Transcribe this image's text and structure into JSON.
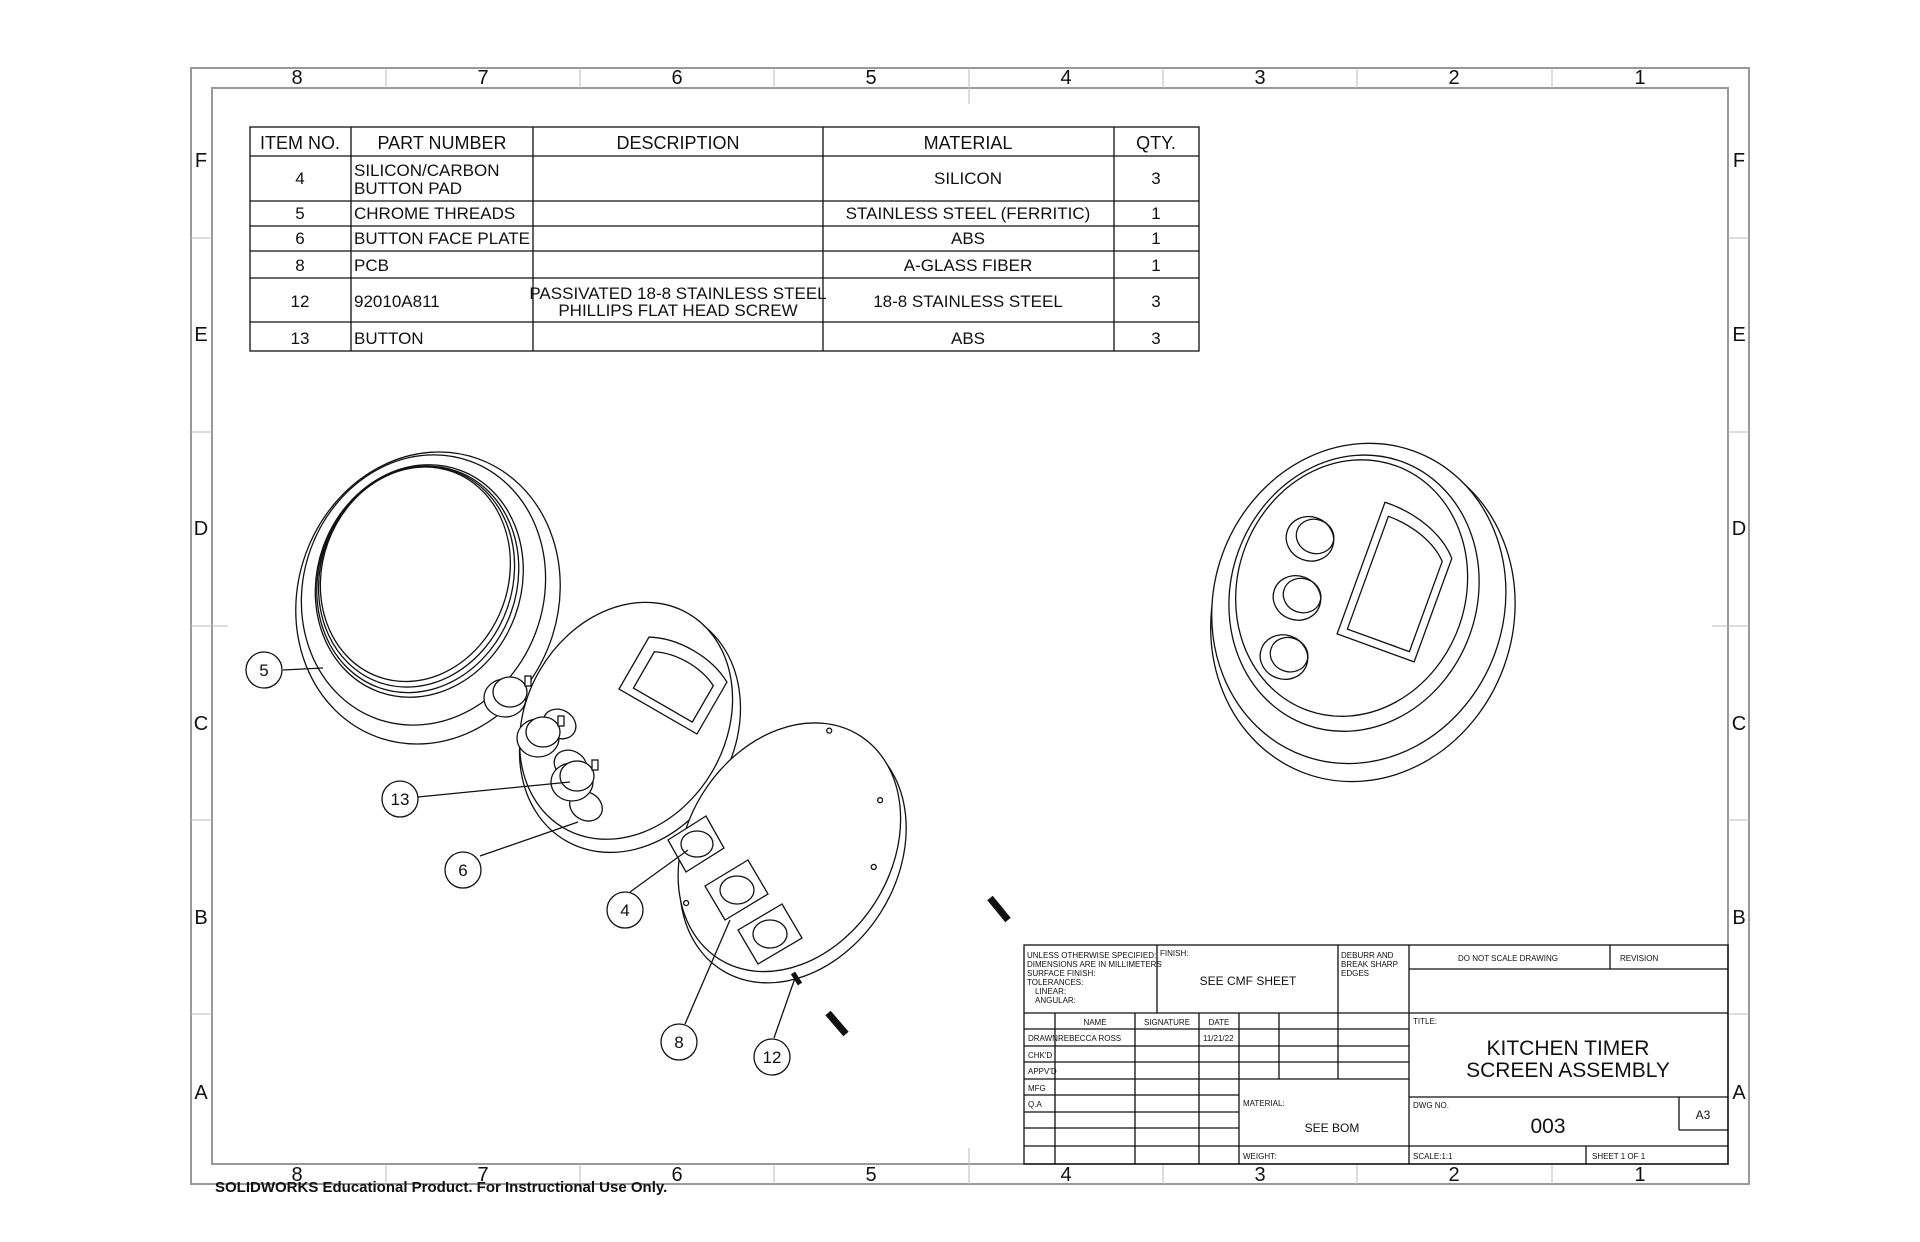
{
  "zones": {
    "columns": [
      "8",
      "7",
      "6",
      "5",
      "4",
      "3",
      "2",
      "1"
    ],
    "rows": [
      "F",
      "E",
      "D",
      "C",
      "B",
      "A"
    ]
  },
  "bom": {
    "headers": [
      "ITEM NO.",
      "PART NUMBER",
      "DESCRIPTION",
      "MATERIAL",
      "QTY."
    ],
    "rows": [
      {
        "item": "4",
        "part": [
          "SILICON/CARBON",
          "BUTTON PAD"
        ],
        "desc": [],
        "material": "SILICON",
        "qty": "3"
      },
      {
        "item": "5",
        "part": [
          "CHROME THREADS"
        ],
        "desc": [],
        "material": "STAINLESS STEEL (FERRITIC)",
        "qty": "1"
      },
      {
        "item": "6",
        "part": [
          "BUTTON FACE PLATE"
        ],
        "desc": [],
        "material": "ABS",
        "qty": "1"
      },
      {
        "item": "8",
        "part": [
          "PCB"
        ],
        "desc": [],
        "material": "A-GLASS FIBER",
        "qty": "1"
      },
      {
        "item": "12",
        "part": [
          "92010A811"
        ],
        "desc": [
          "PASSIVATED 18-8 STAINLESS STEEL",
          "PHILLIPS FLAT HEAD SCREW"
        ],
        "material": "18-8 STAINLESS STEEL",
        "qty": "3"
      },
      {
        "item": "13",
        "part": [
          "BUTTON"
        ],
        "desc": [],
        "material": "ABS",
        "qty": "3"
      }
    ]
  },
  "balloons": [
    "5",
    "13",
    "6",
    "4",
    "8",
    "12"
  ],
  "title_block": {
    "tolerance_note": [
      "UNLESS OTHERWISE SPECIFIED:",
      "DIMENSIONS ARE IN MILLIMETERS",
      "SURFACE FINISH:",
      "TOLERANCES:",
      "LINEAR:",
      "ANGULAR:"
    ],
    "finish_label": "FINISH:",
    "finish_value": "SEE CMF SHEET",
    "deburr_note": [
      "DEBURR AND",
      "BREAK SHARP",
      "EDGES"
    ],
    "do_not_scale": "DO NOT SCALE DRAWING",
    "revision_label": "REVISION",
    "col_name": "NAME",
    "col_signature": "SIGNATURE",
    "col_date": "DATE",
    "rows": [
      "DRAWN",
      "CHK'D",
      "APPV'D",
      "MFG",
      "Q.A"
    ],
    "drawn_name": "REBECCA ROSS",
    "drawn_date": "11/21/22",
    "title_label": "TITLE:",
    "title_lines": [
      "KITCHEN TIMER",
      "SCREEN ASSEMBLY"
    ],
    "material_label": "MATERIAL:",
    "material_value": "SEE BOM",
    "weight_label": "WEIGHT:",
    "dwg_label": "DWG NO.",
    "dwg_value": "003",
    "size": "A3",
    "scale": "SCALE:1:1",
    "sheet": "SHEET 1 OF 1"
  },
  "footer_note": "SOLIDWORKS Educational Product. For Instructional Use Only."
}
